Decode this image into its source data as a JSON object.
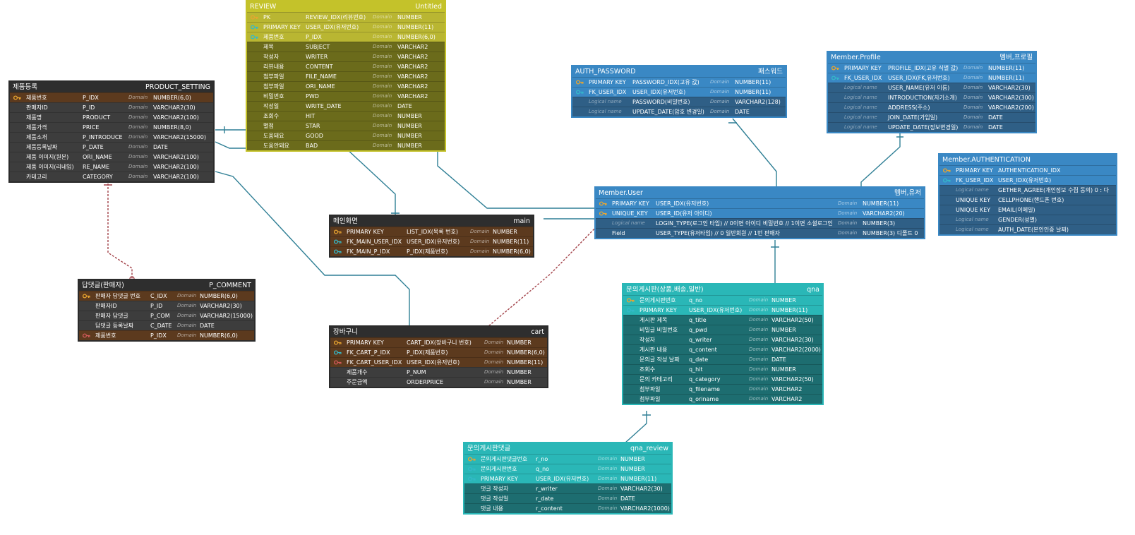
{
  "entities": [
    {
      "id": "product",
      "logical": "제품등록",
      "physical": "PRODUCT_SETTING",
      "theme": "dark",
      "rows": [
        {
          "logical": "제품번호",
          "physical": "P_IDX",
          "domain": "Domain",
          "type": "NUMBER(6,0)",
          "key": "pk"
        },
        {
          "logical": "판매자ID",
          "physical": "P_ID",
          "domain": "Domain",
          "type": "VARCHAR2(30)"
        },
        {
          "logical": "제품명",
          "physical": "PRODUCT",
          "domain": "Domain",
          "type": "VARCHAR2(100)"
        },
        {
          "logical": "제품가격",
          "physical": "PRICE",
          "domain": "Domain",
          "type": "NUMBER(8,0)"
        },
        {
          "logical": "제품소개",
          "physical": "P_INTRODUCE",
          "domain": "Domain",
          "type": "VARCHAR2(15000)"
        },
        {
          "logical": "제품등록날짜",
          "physical": "P_DATE",
          "domain": "Domain",
          "type": "DATE"
        },
        {
          "logical": "제품 이미지(원본)",
          "physical": "ORI_NAME",
          "domain": "Domain",
          "type": "VARCHAR2(100)"
        },
        {
          "logical": "제품 이미지(리네임)",
          "physical": "RE_NAME",
          "domain": "Domain",
          "type": "VARCHAR2(100)"
        },
        {
          "logical": "카테고리",
          "physical": "CATEGORY",
          "domain": "Domain",
          "type": "VARCHAR2(100)"
        }
      ]
    },
    {
      "id": "review",
      "logical": "REVIEW",
      "physical": "Untitled",
      "theme": "yellow",
      "rows": [
        {
          "logical": "PK",
          "physical": "REVIEW_IDX(리뷰번호)",
          "domain": "Domain",
          "type": "NUMBER",
          "key": "pk"
        },
        {
          "logical": "PRIMARY KEY",
          "physical": "USER_IDX(유저번호)",
          "domain": "Domain",
          "type": "NUMBER(11)",
          "key": "fk"
        },
        {
          "logical": "제품번호",
          "physical": "P_IDX",
          "domain": "Domain",
          "type": "NUMBER(6,0)",
          "key": "fk"
        },
        {
          "logical": "제목",
          "physical": "SUBJECT",
          "domain": "Domain",
          "type": "VARCHAR2"
        },
        {
          "logical": "작성자",
          "physical": "WRITER",
          "domain": "Domain",
          "type": "VARCHAR2"
        },
        {
          "logical": "리뷰내용",
          "physical": "CONTENT",
          "domain": "Domain",
          "type": "VARCHAR2"
        },
        {
          "logical": "첨부파일",
          "physical": "FILE_NAME",
          "domain": "Domain",
          "type": "VARCHAR2"
        },
        {
          "logical": "첨부파일",
          "physical": "ORI_NAME",
          "domain": "Domain",
          "type": "VARCHAR2"
        },
        {
          "logical": "비밀번호",
          "physical": "PWD",
          "domain": "Domain",
          "type": "VARCHAR2"
        },
        {
          "logical": "작성일",
          "physical": "WRITE_DATE",
          "domain": "Domain",
          "type": "DATE"
        },
        {
          "logical": "조회수",
          "physical": "HIT",
          "domain": "Domain",
          "type": "NUMBER"
        },
        {
          "logical": "별점",
          "physical": "STAR",
          "domain": "Domain",
          "type": "NUMBER"
        },
        {
          "logical": "도움돼요",
          "physical": "GOOD",
          "domain": "Domain",
          "type": "NUMBER"
        },
        {
          "logical": "도움안돼요",
          "physical": "BAD",
          "domain": "Domain",
          "type": "NUMBER"
        }
      ]
    },
    {
      "id": "main",
      "logical": "메인화면",
      "physical": "main",
      "theme": "dark",
      "rows": [
        {
          "logical": "PRIMARY KEY",
          "physical": "LIST_IDX(목록 번호)",
          "domain": "Domain",
          "type": "NUMBER",
          "key": "pk"
        },
        {
          "logical": "FK_MAIN_USER_IDX",
          "physical": "USER_IDX(유저번호)",
          "domain": "Domain",
          "type": "NUMBER(11)",
          "key": "fk"
        },
        {
          "logical": "FK_MAIN_P_IDX",
          "physical": "P_IDX(제품번호)",
          "domain": "Domain",
          "type": "NUMBER(6,0)",
          "key": "fk"
        }
      ]
    },
    {
      "id": "comment",
      "logical": "답댓글(판매자)",
      "physical": "P_COMMENT",
      "theme": "dark",
      "rows": [
        {
          "logical": "판매자 답댓글 번호",
          "physical": "C_IDX",
          "domain": "Domain",
          "type": "NUMBER(6,0)",
          "key": "pk"
        },
        {
          "logical": "판매자ID",
          "physical": "P_ID",
          "domain": "Domain",
          "type": "VARCHAR2(30)"
        },
        {
          "logical": "판매자 답댓글",
          "physical": "P_COM",
          "domain": "Domain",
          "type": "VARCHAR2(15000)"
        },
        {
          "logical": "답댓글 등록날짜",
          "physical": "C_DATE",
          "domain": "Domain",
          "type": "DATE"
        },
        {
          "logical": "제품번호",
          "physical": "P_IDX",
          "domain": "Domain",
          "type": "NUMBER(6,0)",
          "key": "fkr"
        }
      ]
    },
    {
      "id": "cart",
      "logical": "장바구니",
      "physical": "cart",
      "theme": "dark",
      "rows": [
        {
          "logical": "PRIMARY KEY",
          "physical": "CART_IDX(장바구니 번호)",
          "domain": "Domain",
          "type": "NUMBER",
          "key": "pk"
        },
        {
          "logical": "FK_CART_P_IDX",
          "physical": "P_IDX(제품번호)",
          "domain": "Domain",
          "type": "NUMBER(6,0)",
          "key": "fk"
        },
        {
          "logical": "FK_CART_USER_IDX",
          "physical": "USER_IDX(유저번호)",
          "domain": "Domain",
          "type": "NUMBER(11)",
          "key": "fkr"
        },
        {
          "logical": "제품개수",
          "physical": "P_NUM",
          "domain": "Domain",
          "type": "NUMBER"
        },
        {
          "logical": "주문금액",
          "physical": "ORDERPRICE",
          "domain": "Domain",
          "type": "NUMBER"
        }
      ]
    },
    {
      "id": "authpw",
      "logical": "AUTH_PASSWORD",
      "physical": "패스워드",
      "theme": "blue",
      "rows": [
        {
          "logical": "PRIMARY KEY",
          "physical": "PASSWORD_IDX(고유 값)",
          "domain": "Domain",
          "type": "NUMBER(11)",
          "key": "pk"
        },
        {
          "logical": "FK_USER_IDX",
          "physical": "USER_IDX(유저번호)",
          "domain": "Domain",
          "type": "NUMBER(11)",
          "key": "fk"
        },
        {
          "logical": "Logical name",
          "physical": "PASSWORD(비밀번호)",
          "domain": "Domain",
          "type": "VARCHAR2(128)",
          "ln": true
        },
        {
          "logical": "Logical name",
          "physical": "UPDATE_DATE(암호 변경일)",
          "domain": "Domain",
          "type": "DATE",
          "ln": true
        }
      ]
    },
    {
      "id": "profile",
      "logical": "Member.Profile",
      "physical": "멤버,프로필",
      "theme": "blue",
      "rows": [
        {
          "logical": "PRIMARY KEY",
          "physical": "PROFILE_IDX(고유 식별 값)",
          "domain": "Domain",
          "type": "NUMBER(11)",
          "key": "pk"
        },
        {
          "logical": "FK_USER_IDX",
          "physical": "USER_IDX(FK,유저번호)",
          "domain": "Domain",
          "type": "NUMBER(11)",
          "key": "fk"
        },
        {
          "logical": "Logical name",
          "physical": "USER_NAME(유저 이름)",
          "domain": "Domain",
          "type": "VARCHAR2(30)",
          "ln": true
        },
        {
          "logical": "Logical name",
          "physical": "INTRODUCTION(자기소개)",
          "domain": "Domain",
          "type": "VARCHAR2(300)",
          "ln": true
        },
        {
          "logical": "Logical name",
          "physical": "ADDRESS(주소)",
          "domain": "Domain",
          "type": "VARCHAR2(200)",
          "ln": true
        },
        {
          "logical": "Logical name",
          "physical": "JOIN_DATE(가입일)",
          "domain": "Domain",
          "type": "DATE",
          "ln": true
        },
        {
          "logical": "Logical name",
          "physical": "UPDATE_DATE(정보변경일)",
          "domain": "Domain",
          "type": "DATE",
          "ln": true
        }
      ]
    },
    {
      "id": "authen",
      "logical": "Member.AUTHENTICATION",
      "physical": "",
      "theme": "blue",
      "rows": [
        {
          "logical": "PRIMARY KEY",
          "physical": "AUTHENTICATION_IDX",
          "domain": "",
          "type": "",
          "key": "pk"
        },
        {
          "logical": "FK_USER_IDX",
          "physical": "USER_IDX(유저번호)",
          "domain": "",
          "type": "",
          "key": "fk"
        },
        {
          "logical": "Logical name",
          "physical": "GETHER_AGREE(개인정보 수집 동의) 0 : 다",
          "domain": "",
          "type": "",
          "ln": true
        },
        {
          "logical": "UNIQUE KEY",
          "physical": "CELLPHONE(핸드폰 번호)",
          "domain": "",
          "type": ""
        },
        {
          "logical": "UNIQUE KEY",
          "physical": "EMAIL(이메일)",
          "domain": "",
          "type": ""
        },
        {
          "logical": "Logical name",
          "physical": "GENDER(성별)",
          "domain": "",
          "type": "",
          "ln": true
        },
        {
          "logical": "Logical name",
          "physical": "AUTH_DATE(본인인증 날짜)",
          "domain": "",
          "type": "",
          "ln": true
        }
      ]
    },
    {
      "id": "user",
      "logical": "Member.User",
      "physical": "멤버,유저",
      "theme": "blue",
      "rows": [
        {
          "logical": "PRIMARY KEY",
          "physical": "USER_IDX(유저번호)",
          "domain": "Domain",
          "type": "NUMBER(11)",
          "key": "pk"
        },
        {
          "logical": "UNIQUE_KEY",
          "physical": "USER_ID(유저 아이디)",
          "domain": "Domain",
          "type": "VARCHAR2(20)",
          "key": "pk"
        },
        {
          "logical": "Logical name",
          "physical": "LOGIN_TYPE(로그인 타입) // 0이면 아이디 비밀번호 // 1이면 소셜로그인",
          "domain": "Domain",
          "type": "NUMBER(3)",
          "ln": true
        },
        {
          "logical": "Field",
          "physical": "USER_TYPE(유저타입) // 0 일반회원 // 1번 판매자",
          "domain": "Domain",
          "type": "NUMBER(3) 디폴트 0"
        }
      ]
    },
    {
      "id": "qna",
      "logical": "문의게시판(상품,배송,일반)",
      "physical": "qna",
      "theme": "teal",
      "rows": [
        {
          "logical": "문의게시판번호",
          "physical": "q_no",
          "domain": "Domain",
          "type": "NUMBER",
          "key": "pk"
        },
        {
          "logical": "PRIMARY KEY",
          "physical": "USER_IDX(유저번호)",
          "domain": "Domain",
          "type": "NUMBER(11)",
          "key": "fk"
        },
        {
          "logical": "게시판 제목",
          "physical": "q_title",
          "domain": "Domain",
          "type": "VARCHAR2(50)"
        },
        {
          "logical": "비밀글 비밀번호",
          "physical": "q_pwd",
          "domain": "Domain",
          "type": "NUMBER"
        },
        {
          "logical": "작성자",
          "physical": "q_writer",
          "domain": "Domain",
          "type": "VARCHAR2(30)"
        },
        {
          "logical": "게시판 내용",
          "physical": "q_content",
          "domain": "Domain",
          "type": "VARCHAR2(2000)"
        },
        {
          "logical": "문의글 작성 날짜",
          "physical": "q_date",
          "domain": "Domain",
          "type": "DATE"
        },
        {
          "logical": "조회수",
          "physical": "q_hit",
          "domain": "Domain",
          "type": "NUMBER"
        },
        {
          "logical": "문의 카테고리",
          "physical": "q_category",
          "domain": "Domain",
          "type": "VARCHAR2(50)"
        },
        {
          "logical": "첨부파일",
          "physical": "q_filename",
          "domain": "Domain",
          "type": "VARCHAR2"
        },
        {
          "logical": "첨부파일",
          "physical": "q_oriname",
          "domain": "Domain",
          "type": "VARCHAR2"
        }
      ]
    },
    {
      "id": "qnareview",
      "logical": "문의게시판댓글",
      "physical": "qna_review",
      "theme": "teal",
      "rows": [
        {
          "logical": "문의게시판댓글번호",
          "physical": "r_no",
          "domain": "Domain",
          "type": "NUMBER",
          "key": "pk"
        },
        {
          "logical": "문의게시판번호",
          "physical": "q_no",
          "domain": "Domain",
          "type": "NUMBER",
          "key": "fk"
        },
        {
          "logical": "PRIMARY KEY",
          "physical": "USER_IDX(유저번호)",
          "domain": "Domain",
          "type": "NUMBER(11)",
          "key": "fk"
        },
        {
          "logical": "댓글 작성자",
          "physical": "r_writer",
          "domain": "Domain",
          "type": "VARCHAR2(30)"
        },
        {
          "logical": "댓글 작성일",
          "physical": "r_date",
          "domain": "Domain",
          "type": "DATE"
        },
        {
          "logical": "댓글 내용",
          "physical": "r_content",
          "domain": "Domain",
          "type": "VARCHAR2(1000)"
        }
      ]
    }
  ],
  "colors": {
    "relation": "#2f7f95",
    "dashed": "#a3434a",
    "pk_key": "#e8a530",
    "fk_key": "#35b9c9",
    "fkr_key": "#d25a5a"
  }
}
